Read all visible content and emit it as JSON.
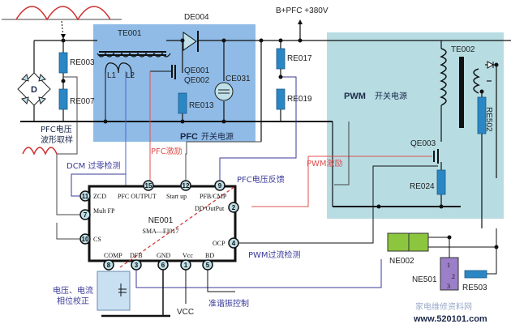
{
  "supply": {
    "label": "B+PFC +380V"
  },
  "regions": {
    "pfc": {
      "title_en": "PFC",
      "title_cn": "开关电源",
      "color": "#8fbbe6"
    },
    "pwm": {
      "title_en": "PWM",
      "title_cn": "开关电源",
      "color": "#b7dde3"
    }
  },
  "components": {
    "bridge": "D",
    "te001": "TE001",
    "l1": "L1",
    "l2": "L2",
    "de004": "DE004",
    "qe001": "QE001",
    "qe002": "QE002",
    "ce031": "CE031",
    "re003": "RE003",
    "re007": "RE007",
    "re013": "RE013",
    "re017": "RE017",
    "re019": "RE019",
    "te002": "TE002",
    "qe003": "QE003",
    "re024": "RE024",
    "re502": "RE502",
    "ne002": "NE002",
    "ne501": "NE501",
    "re503": "RE503",
    "ne501_pins": [
      "1",
      "2",
      "3"
    ]
  },
  "ic": {
    "name": "NE001",
    "part": "SMA—EI017",
    "pins": {
      "zcd": {
        "num": "11",
        "label": "ZCD"
      },
      "pfc_output": {
        "num": "15",
        "label": "PFC OUTPUT"
      },
      "startup": {
        "num": "12",
        "label": "Start up"
      },
      "pfb_cmp": {
        "num": "9",
        "label": "PFB/CMP"
      },
      "dd_output": {
        "num": "2",
        "label": "DD OutPut"
      },
      "mult_fp": {
        "num": "7",
        "label": "Mult FP"
      },
      "cs": {
        "num": "10",
        "label": "CS"
      },
      "ocp": {
        "num": "4",
        "label": "OCP"
      },
      "comp": {
        "num": "8",
        "label": "COMP"
      },
      "dfb": {
        "num": "3",
        "label": "DFB"
      },
      "gnd": {
        "num": "6",
        "label": "GND"
      },
      "vcc": {
        "num": "1",
        "label": "Vcc"
      },
      "bd": {
        "num": "5",
        "label": "BD"
      }
    }
  },
  "annotations": {
    "pfc_sample_1": "PFC电压",
    "pfc_sample_2": "波形取样",
    "dcm_zero": "DCM 过零检测",
    "pfc_drive": "PFC激励",
    "pfc_feedback": "PFC电压反馈",
    "pwm_drive": "PWM激励",
    "pwm_ocp": "PWM过流检测",
    "phase_corr_1": "电压、电流",
    "phase_corr_2": "相位校正",
    "vcc": "VCC",
    "quasi_res": "准谐振控制"
  },
  "watermark": {
    "cn": "家电维修资料网",
    "url": "www.520101.com"
  },
  "colors": {
    "wire": "#111111",
    "blue_wire": "#3a3a9a",
    "red_wire": "#e05050",
    "resistor": "#2b87c4",
    "wave": "#d03030",
    "optocoupler": "#8cc63f",
    "ic_ne501": "#9b7fc8"
  }
}
